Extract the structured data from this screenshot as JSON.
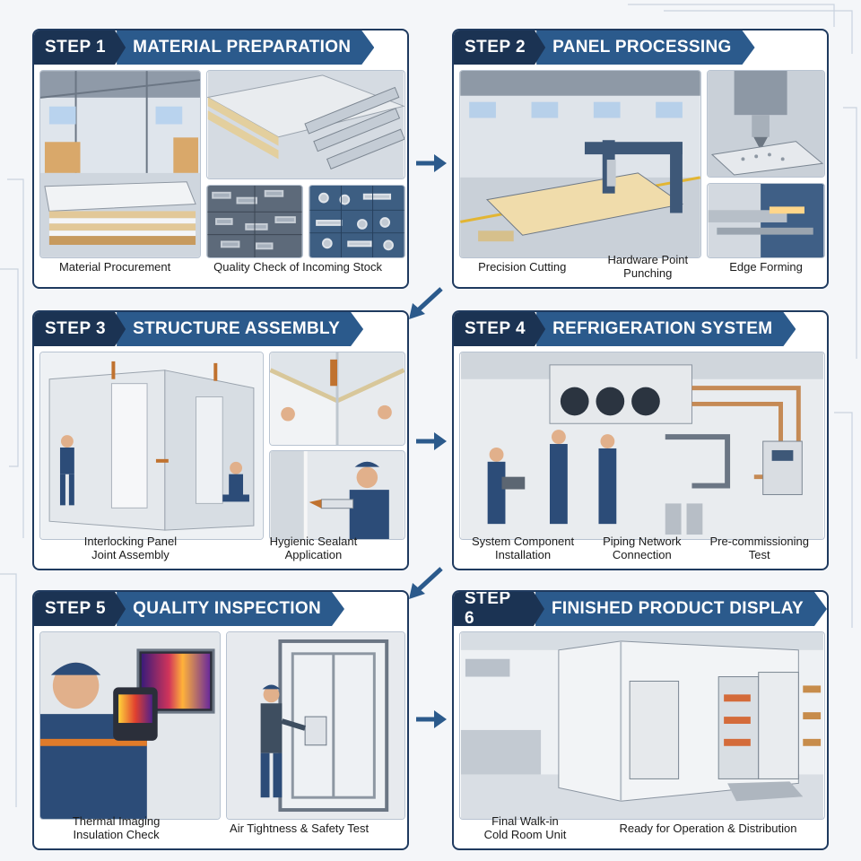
{
  "colors": {
    "header_dark": "#1b3353",
    "header_light": "#2b5a8c",
    "border": "#1f3a5f",
    "arrow": "#2b5a8c"
  },
  "steps": [
    {
      "tag": "STEP 1",
      "title": "MATERIAL PREPARATION",
      "captions": [
        "Material Procurement",
        "Quality Check of Incoming Stock"
      ]
    },
    {
      "tag": "STEP 2",
      "title": "PANEL PROCESSING",
      "captions": [
        "Precision Cutting",
        "Hardware Point\nPunching",
        "Edge Forming"
      ]
    },
    {
      "tag": "STEP 3",
      "title": "STRUCTURE ASSEMBLY",
      "captions": [
        "Interlocking Panel\nJoint Assembly",
        "Hygienic Sealant\nApplication"
      ]
    },
    {
      "tag": "STEP 4",
      "title": "REFRIGERATION SYSTEM",
      "captions": [
        "System Component\nInstallation",
        "Piping Network\nConnection",
        "Pre-commissioning\nTest"
      ]
    },
    {
      "tag": "STEP 5",
      "title": "QUALITY INSPECTION",
      "captions": [
        "Thermal Imaging\nInsulation Check",
        "Air Tightness & Safety Test"
      ]
    },
    {
      "tag": "STEP 6",
      "title": "FINISHED PRODUCT DISPLAY",
      "captions": [
        "Final Walk-in\nCold Room Unit",
        "Ready for Operation & Distribution"
      ]
    }
  ]
}
